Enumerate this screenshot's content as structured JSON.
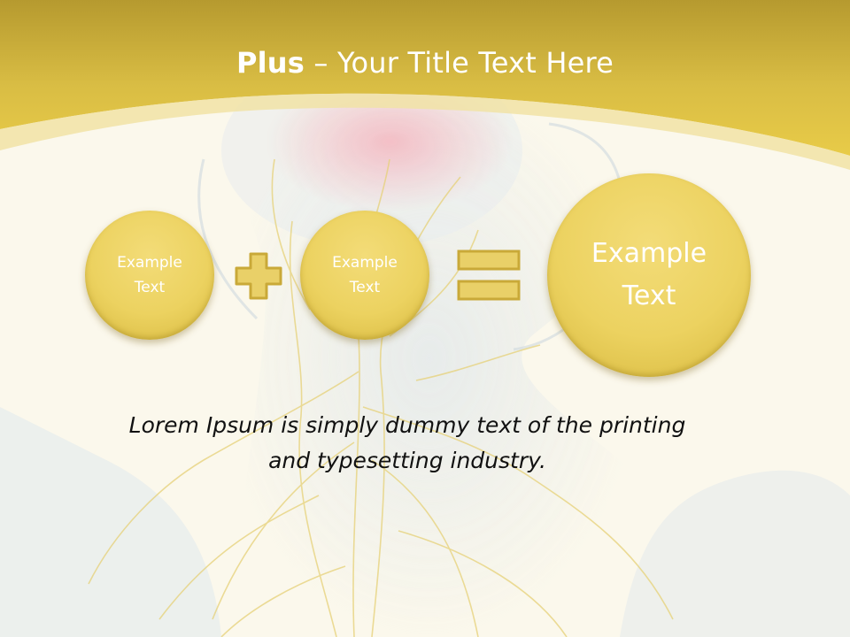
{
  "slide": {
    "title_bold": "Plus",
    "title_rest": " – Your Title Text Here",
    "circles": [
      {
        "line1": "Example",
        "line2": "Text"
      },
      {
        "line1": "Example",
        "line2": "Text"
      },
      {
        "line1": "Example",
        "line2": "Text"
      }
    ],
    "body_line1": "Lorem Ipsum is simply dummy text of the printing",
    "body_line2": "and typesetting industry."
  },
  "colors": {
    "header_gold": "#c9a938",
    "circle_fill": "#ecd260",
    "background": "#fbf8ec"
  },
  "icons": [
    "plus-icon",
    "equals-icon"
  ]
}
